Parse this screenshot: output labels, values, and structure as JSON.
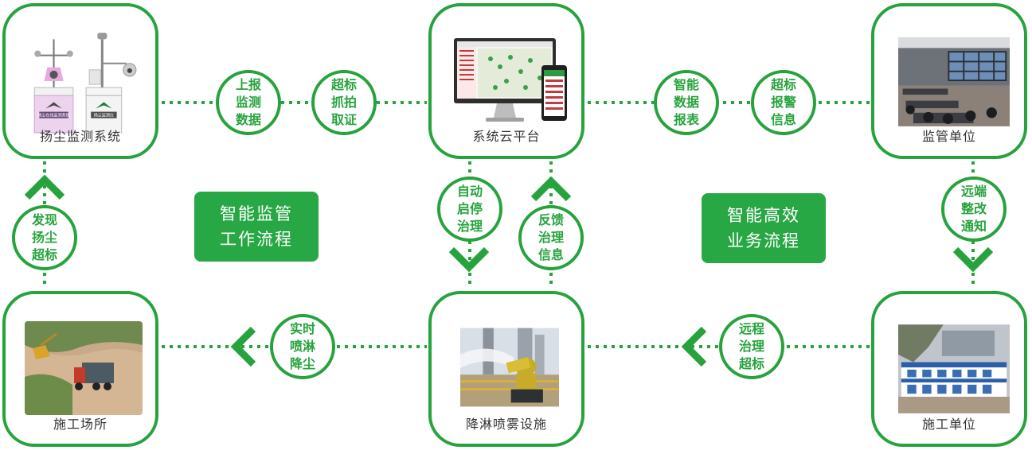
{
  "colors": {
    "accent": "#27a33d",
    "panel": "#28a745"
  },
  "nodes": {
    "monitor": "扬尘监测系统",
    "cloud": "系统云平台",
    "supervisor": "监管单位",
    "site": "施工场所",
    "spray": "降淋喷雾设施",
    "builder": "施工单位"
  },
  "badges": {
    "report": "上报\n监测\n数据",
    "capture": "超标\n抓拍\n取证",
    "smart_report": "智能\n数据\n报表",
    "alarm": "超标\n报警\n信息",
    "detect": "发现\n扬尘\n超标",
    "auto": "自动\n启停\n治理",
    "feedback": "反馈\n治理\n信息",
    "remote_fix": "远端\n整改\n通知",
    "spray_now": "实时\n喷淋\n降尘",
    "remote_treat": "远程\n治理\n超标"
  },
  "panels": {
    "left": "智能监管\n工作流程",
    "right": "智能高效\n业务流程"
  },
  "devices": {
    "unit1_label": "扬尘在线监测系统",
    "unit2_label": "扬尘监测仪"
  },
  "icons": [
    "chevron-up-icon",
    "chevron-down-icon",
    "chevron-left-icon"
  ]
}
